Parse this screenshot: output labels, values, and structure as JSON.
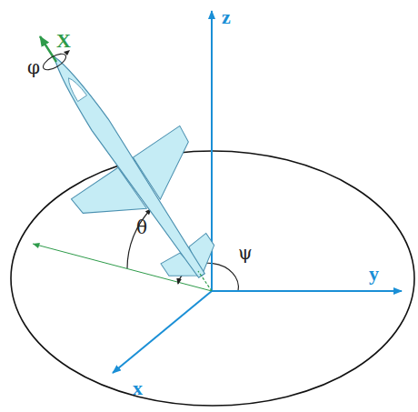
{
  "diagram": {
    "labels": [
      "X",
      "φ",
      "z",
      "θ",
      "ψ",
      "y",
      "x"
    ]
  }
}
